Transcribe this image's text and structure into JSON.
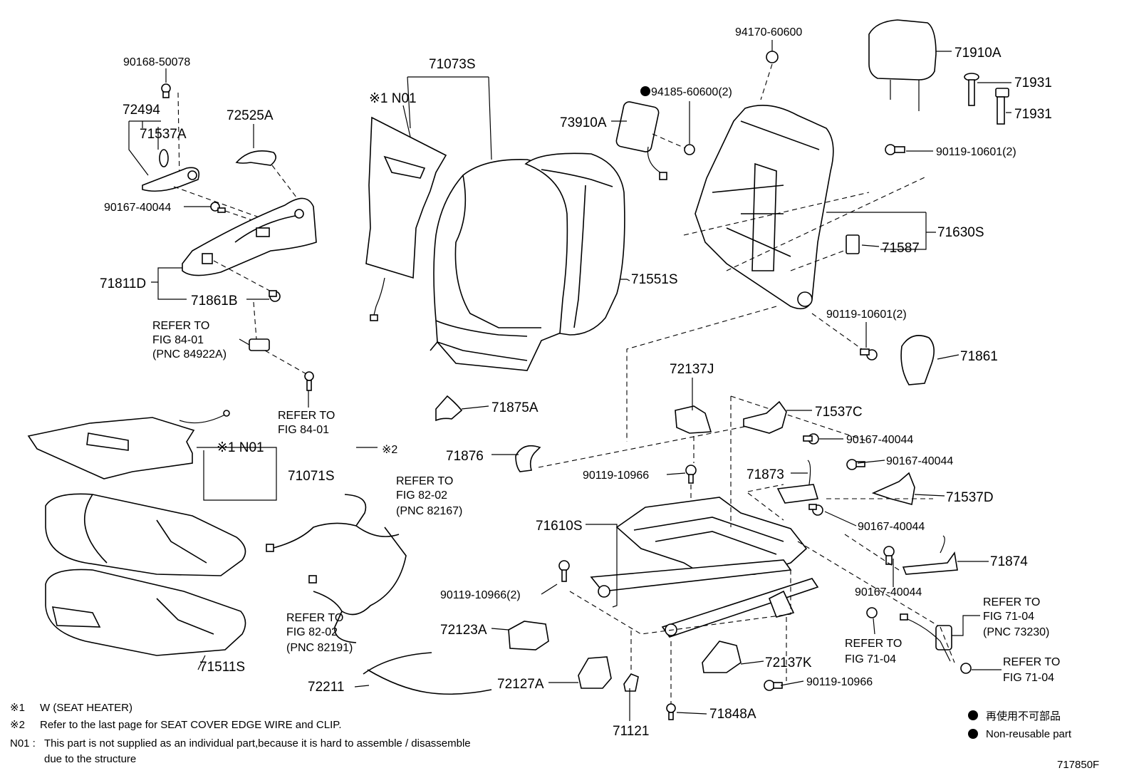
{
  "labels": {
    "p90168_50078": "90168-50078",
    "p72494": "72494",
    "p71537A": "71537A",
    "p72525A": "72525A",
    "p90167_40044_a": "90167-40044",
    "p71811D": "71811D",
    "p71861B": "71861B",
    "refer84_01_pnc_1": "REFER TO",
    "refer84_01_pnc_2": "FIG 84-01",
    "refer84_01_pnc_3": "(PNC 84922A)",
    "refer84_01_1": "REFER TO",
    "refer84_01_2": "FIG 84-01",
    "p71073S": "71073S",
    "n01_top": "※1 N01",
    "p71551S": "71551S",
    "p71875A": "71875A",
    "p71876": "71876",
    "clip_note": "※2",
    "p94170_60600": "94170-60600",
    "p94185_60600": "94185-60600(2)",
    "p73910A": "73910A",
    "p71910A": "71910A",
    "p71931_a": "71931",
    "p71931_b": "71931",
    "p90119_10601_a": "90119-10601(2)",
    "p71630S": "71630S",
    "p71587": "71587",
    "p90119_10601_b": "90119-10601(2)",
    "p71861": "71861",
    "n01_bottom": "※1 N01",
    "p71071S": "71071S",
    "refer82_02_a1": "REFER TO",
    "refer82_02_a2": "FIG 82-02",
    "refer82_02_a3": "(PNC 82167)",
    "refer82_02_b1": "REFER TO",
    "refer82_02_b2": "FIG 82-02",
    "refer82_02_b3": "(PNC 82191)",
    "p71511S": "71511S",
    "p72211": "72211",
    "p72137J": "72137J",
    "p90119_10966_a": "90119-10966",
    "p71610S": "71610S",
    "p90119_10966_b": "90119-10966(2)",
    "p72123A": "72123A",
    "p72127A": "72127A",
    "p71121": "71121",
    "p72137K": "72137K",
    "p90119_10966_c": "90119-10966",
    "p71848A": "71848A",
    "p71537C": "71537C",
    "p90167_40044_b": "90167-40044",
    "p90167_40044_c": "90167-40044",
    "p71873": "71873",
    "p71537D": "71537D",
    "p90167_40044_d": "90167-40044",
    "p71874": "71874",
    "p90167_40044_e": "90167-40044",
    "refer71_04_a1": "REFER TO",
    "refer71_04_a2": "FIG 71-04",
    "refer71_04_b1": "REFER TO",
    "refer71_04_b2": "FIG 71-04",
    "refer71_04_b3": "(PNC 73230)",
    "refer71_04_c1": "REFER TO",
    "refer71_04_c2": "FIG 71-04"
  },
  "footnotes": {
    "mark1": "※1",
    "text1": "W (SEAT  HEATER)",
    "mark2": "※2",
    "text2": "Refer to the last page for SEAT COVER EDGE WIRE and CLIP.",
    "mark3": "N01 :",
    "text3a": "This part is not supplied as an individual part,because it is hard to assemble / disassemble",
    "text3b": "due to the structure"
  },
  "legend": {
    "line1": "再使用不可部品",
    "line2": "Non-reusable part"
  },
  "figure_id": "717850F"
}
